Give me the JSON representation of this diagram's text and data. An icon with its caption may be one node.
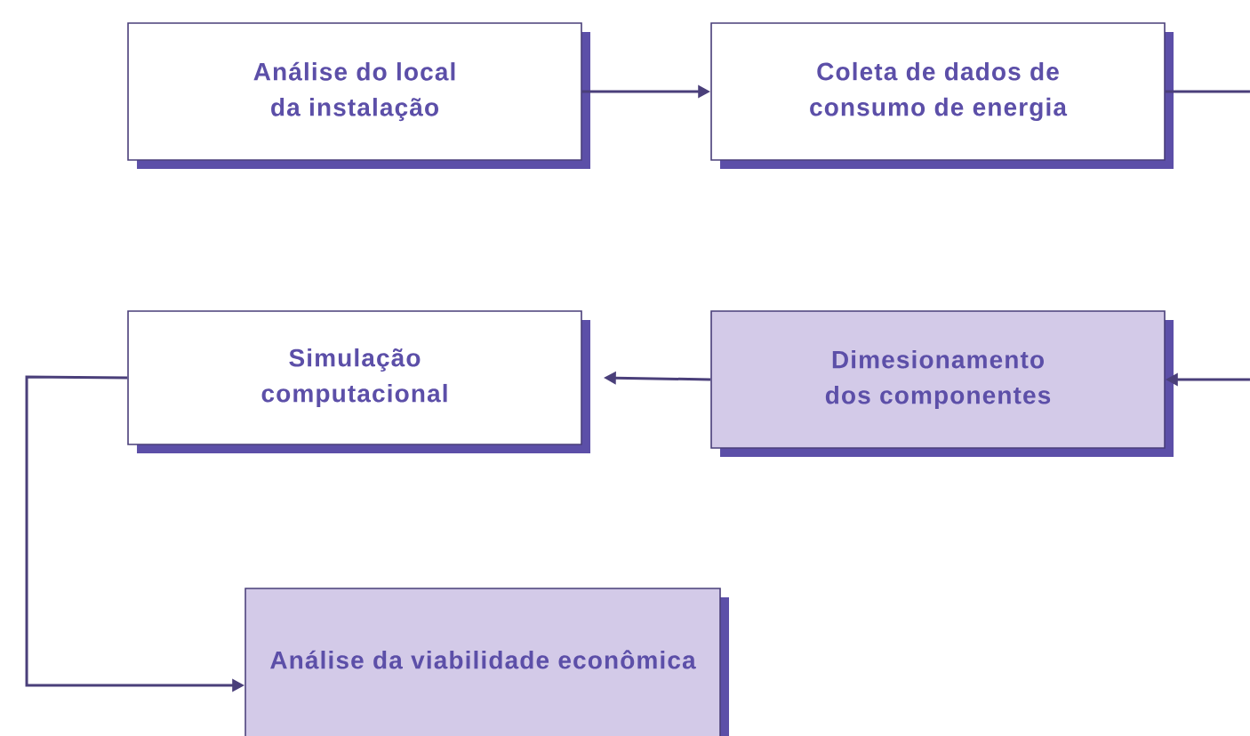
{
  "diagram": {
    "nodes": [
      {
        "text": [
          "Análise do local da instalação"
        ]
      },
      {
        "text": [
          "Coleta de dados de consumo de energia"
        ]
      },
      {
        "text": [
          "Simulação computacional"
        ]
      },
      {
        "text": [
          "Dimesionamento dos componentes"
        ]
      },
      {
        "text": [
          "Análise da viabilidade econômica"
        ]
      }
    ],
    "edges": [
      {
        "from": 0,
        "to": 1,
        "arrow": "to"
      },
      {
        "from": 1,
        "to": 3,
        "arrow": "to"
      },
      {
        "from": 3,
        "to": 2,
        "arrow": "to"
      },
      {
        "from": 2,
        "to": 4,
        "arrow": "to"
      }
    ]
  }
}
